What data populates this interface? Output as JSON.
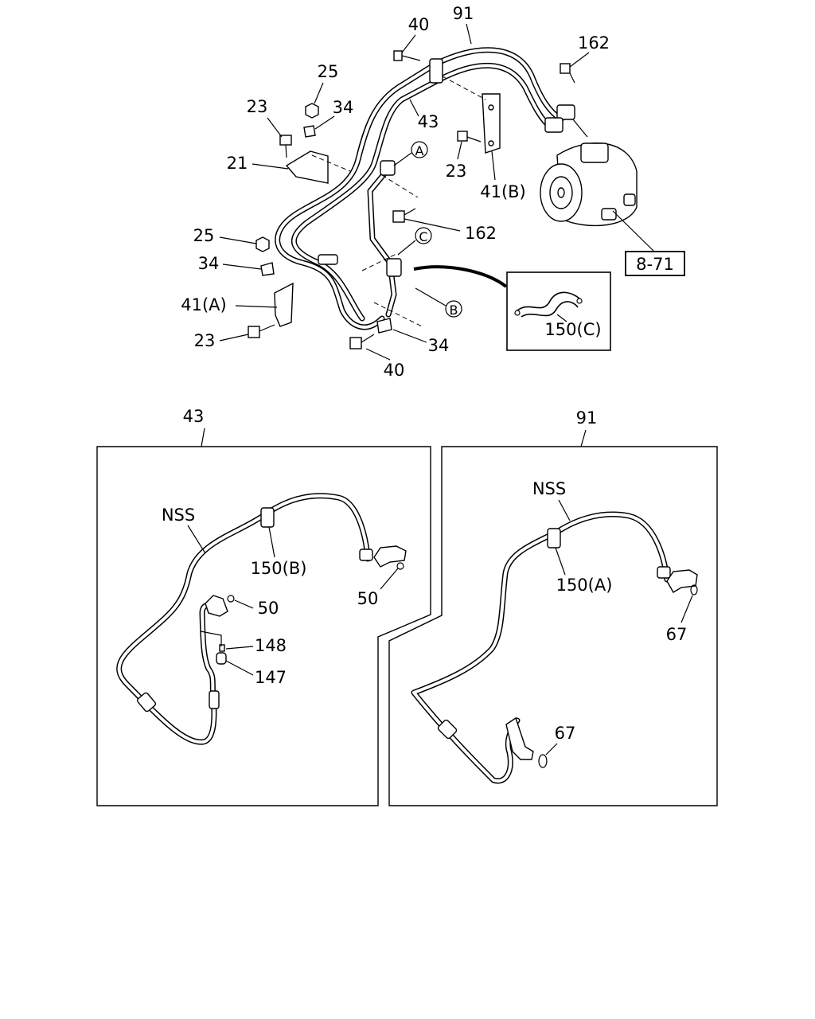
{
  "overview": {
    "labels": {
      "l40_top": "40",
      "l91_top": "91",
      "l162_top": "162",
      "l25_top": "25",
      "l23_top": "23",
      "l34_top": "34",
      "l43_top": "43",
      "l21": "21",
      "l23_mid": "23",
      "l41b": "41(B)",
      "l162_mid": "162",
      "l25_left": "25",
      "l34_left": "34",
      "l41a": "41(A)",
      "l23_bot": "23",
      "l34_bot": "34",
      "l40_bot": "40",
      "ref": "8-71",
      "inset_part": "150(C)"
    },
    "callouts": {
      "a": "A",
      "b": "B",
      "c": "C"
    }
  },
  "panel_43": {
    "title": "43",
    "nss": "NSS",
    "p150b": "150(B)",
    "p50_right": "50",
    "p50_left": "50",
    "p148": "148",
    "p147": "147"
  },
  "panel_91": {
    "title": "91",
    "nss": "NSS",
    "p150a": "150(A)",
    "p67_upper": "67",
    "p67_lower": "67"
  }
}
